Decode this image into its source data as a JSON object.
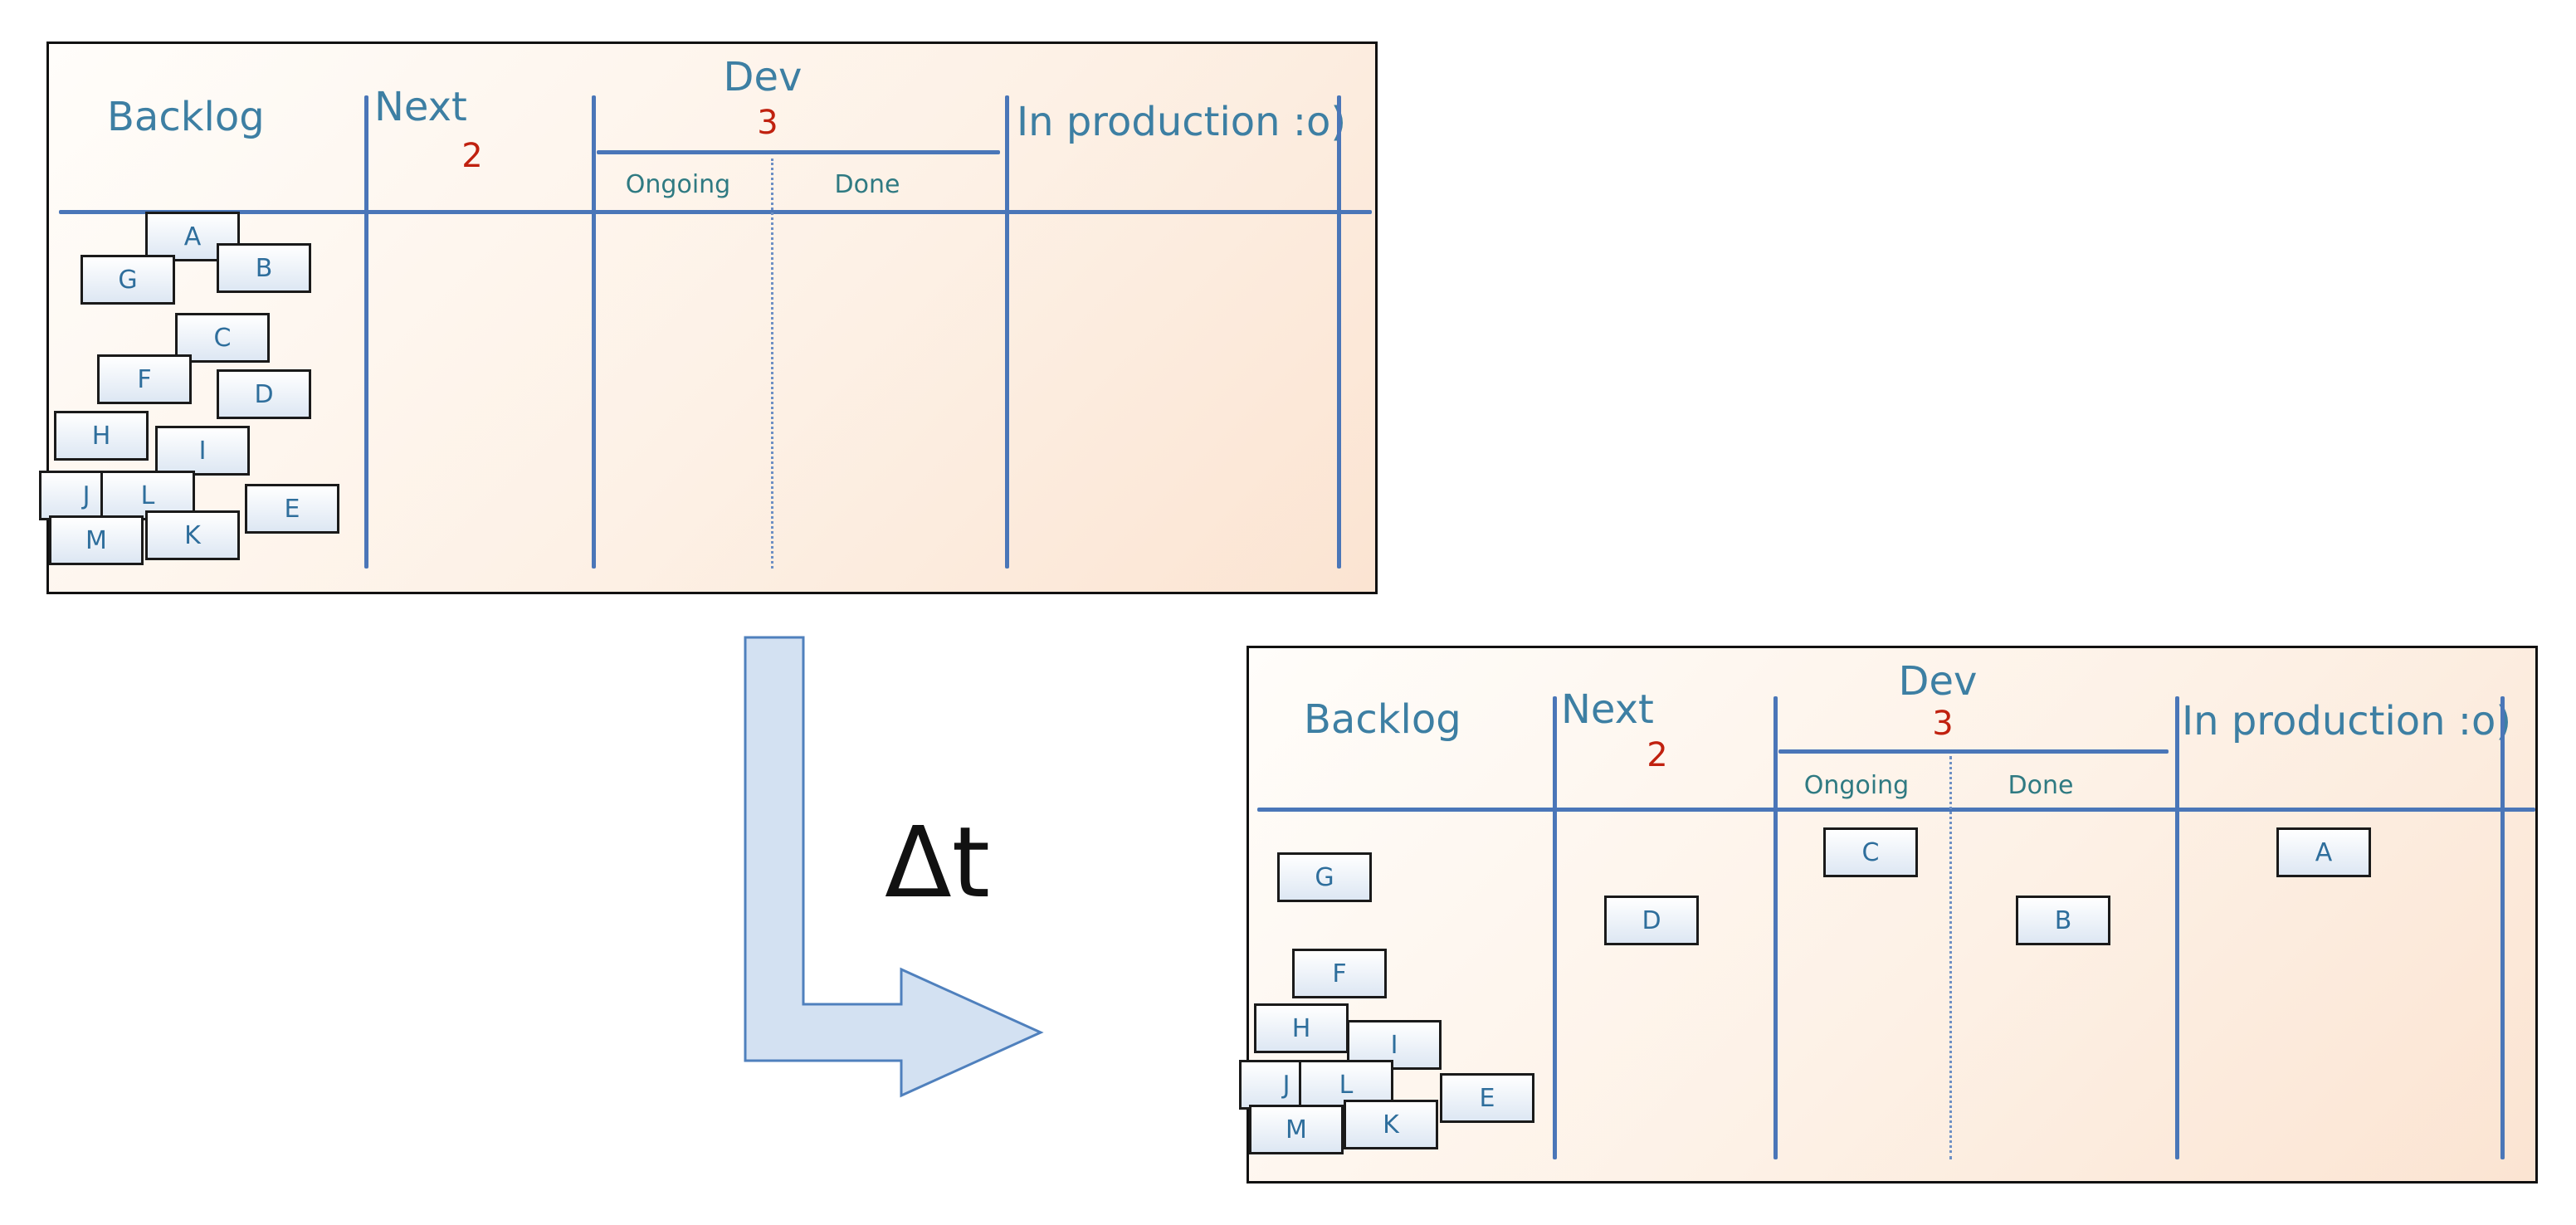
{
  "boards": [
    {
      "headers": {
        "backlog": "Backlog",
        "next": "Next",
        "next_wip": "2",
        "dev": "Dev",
        "dev_wip": "3",
        "ongoing": "Ongoing",
        "done": "Done",
        "production": "In production :o)"
      },
      "cards": {
        "A": "A",
        "B": "B",
        "C": "C",
        "D": "D",
        "E": "E",
        "F": "F",
        "G": "G",
        "H": "H",
        "I": "I",
        "J": "J",
        "K": "K",
        "L": "L",
        "M": "M"
      }
    },
    {
      "headers": {
        "backlog": "Backlog",
        "next": "Next",
        "next_wip": "2",
        "dev": "Dev",
        "dev_wip": "3",
        "ongoing": "Ongoing",
        "done": "Done",
        "production": "In production :o)"
      },
      "cards": {
        "A": "A",
        "B": "B",
        "C": "C",
        "D": "D",
        "E": "E",
        "F": "F",
        "G": "G",
        "H": "H",
        "I": "I",
        "J": "J",
        "K": "K",
        "L": "L",
        "M": "M"
      }
    }
  ],
  "transition_label": "Δt",
  "colors": {
    "board_lines": "#4a76b8",
    "header_text": "#3d7fa3",
    "wip_limit": "#c0210f",
    "arrow_fill": "#d3e1f2",
    "arrow_stroke": "#4f80bd"
  }
}
